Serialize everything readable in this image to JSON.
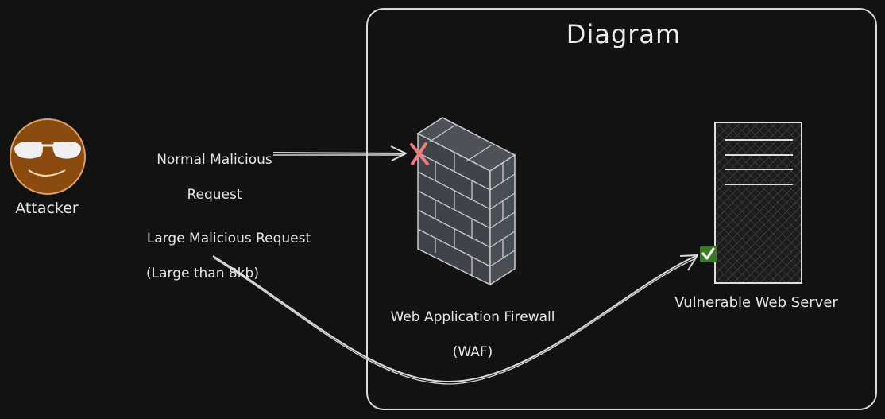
{
  "diagram": {
    "title": "Diagram",
    "attacker": {
      "label": "Attacker",
      "icon": "attacker-face-icon"
    },
    "normal_request": {
      "line1": "Normal Malicious",
      "line2": "Request"
    },
    "large_request": {
      "line1": "Large Malicious Request",
      "line2": "(Large than 8kb)"
    },
    "waf": {
      "line1": "Web Application Firewall",
      "line2": "(WAF)",
      "icon": "firewall-brick-wall-icon"
    },
    "server": {
      "label": "Vulnerable Web Server",
      "icon": "server-rack-icon"
    },
    "blocked_marker": {
      "icon": "red-x-icon",
      "color": "#f47c7c"
    },
    "allowed_marker": {
      "icon": "green-check-icon",
      "color": "#4a8a2a"
    }
  },
  "colors": {
    "background": "#121212",
    "stroke": "#d9d9d9",
    "attacker_face": "#8b4a0e",
    "wall": "#454a51"
  }
}
